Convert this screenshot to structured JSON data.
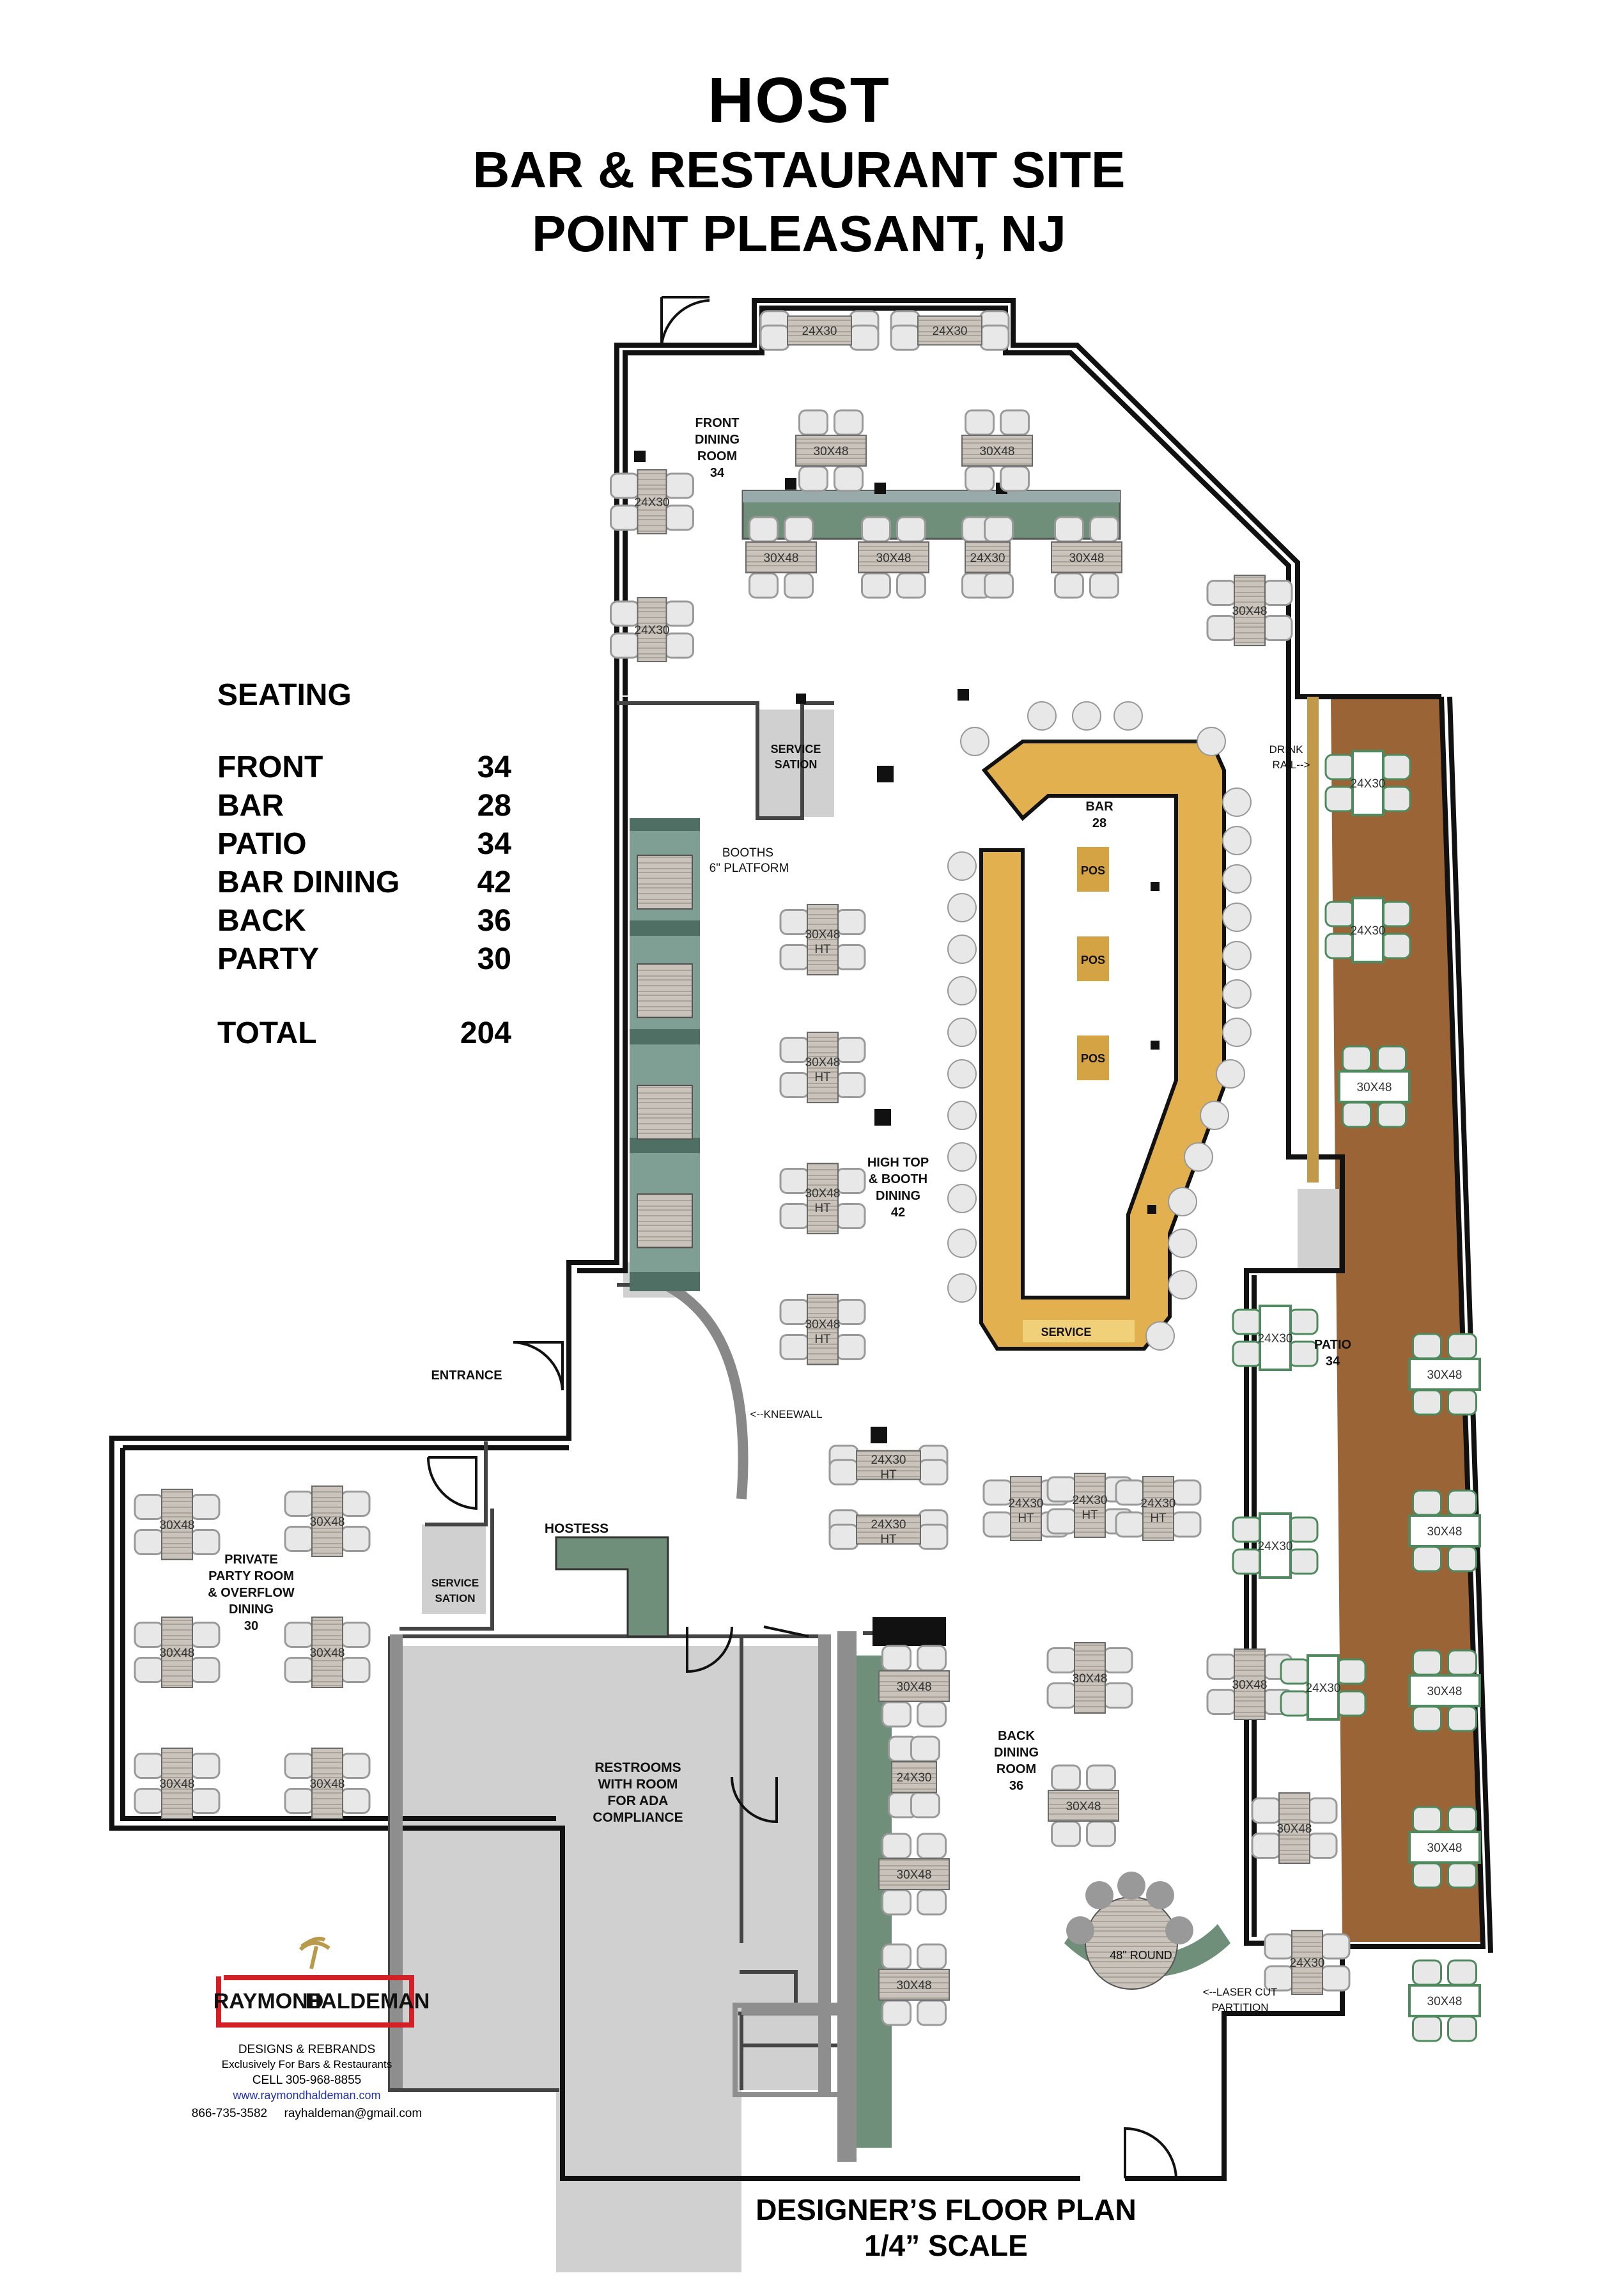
{
  "header": {
    "line1": "HOST",
    "line2": "BAR & RESTAURANT SITE",
    "line3": "POINT PLEASANT, NJ"
  },
  "seating": {
    "title": "SEATING",
    "rows": [
      {
        "label": "FRONT",
        "value": "34"
      },
      {
        "label": "BAR",
        "value": "28"
      },
      {
        "label": "PATIO",
        "value": "34"
      },
      {
        "label": "BAR DINING",
        "value": "42"
      },
      {
        "label": "BACK",
        "value": "36"
      },
      {
        "label": "PARTY",
        "value": "30"
      }
    ],
    "total_label": "TOTAL",
    "total_value": "204"
  },
  "rooms": {
    "front_dining": [
      "FRONT",
      "DINING",
      "ROOM",
      "34"
    ],
    "service_station_1": [
      "SERVICE",
      "SATION"
    ],
    "booths": [
      "BOOTHS",
      "6\" PLATFORM"
    ],
    "bar": [
      "BAR",
      "28"
    ],
    "drink_rail": [
      "DRINK",
      "RAIL-->"
    ],
    "high_top": [
      "HIGH TOP",
      "& BOOTH",
      "DINING",
      "42"
    ],
    "patio": [
      "PATIO",
      "34"
    ],
    "entrance": "ENTRANCE",
    "kneewall": "<--KNEEWALL",
    "hostess": "HOSTESS",
    "service_station_2": [
      "SERVICE",
      "SATION"
    ],
    "private_party": [
      "PRIVATE",
      "PARTY ROOM",
      "& OVERFLOW",
      "DINING",
      "30"
    ],
    "restrooms": [
      "RESTROOMS",
      "WITH ROOM",
      "FOR ADA",
      "COMPLIANCE"
    ],
    "back_dining": [
      "BACK",
      "DINING",
      "ROOM",
      "36"
    ],
    "round": "48\" ROUND",
    "laser": [
      "<--LASER CUT",
      "PARTITION"
    ]
  },
  "bar_labels": {
    "pos": "POS",
    "service": "SERVICE"
  },
  "table_labels": {
    "t2430": "24X30",
    "t3048": "30X48",
    "ht": "HT"
  },
  "logo": {
    "left": "RAYMOND",
    "right": "HALDEMAN",
    "line1": "DESIGNS & REBRANDS",
    "line2": "Exclusively For Bars & Restaurants",
    "line3": "CELL 305-968-8855",
    "website": "www.raymondhaldeman.com",
    "contact": "866-735-3582     rayhaldeman@gmail.com"
  },
  "footer": {
    "line1": "DESIGNER’S FLOOR PLAN",
    "line2": "1/4” SCALE"
  },
  "colors": {
    "bar": "#e2b04e",
    "patio": "#9b6437",
    "booth": "#7f9f95",
    "counter": "#6f8f7a",
    "table": "#c8c2ba",
    "chair": "#e8e8e8",
    "restroom": "#d0d0d0"
  }
}
